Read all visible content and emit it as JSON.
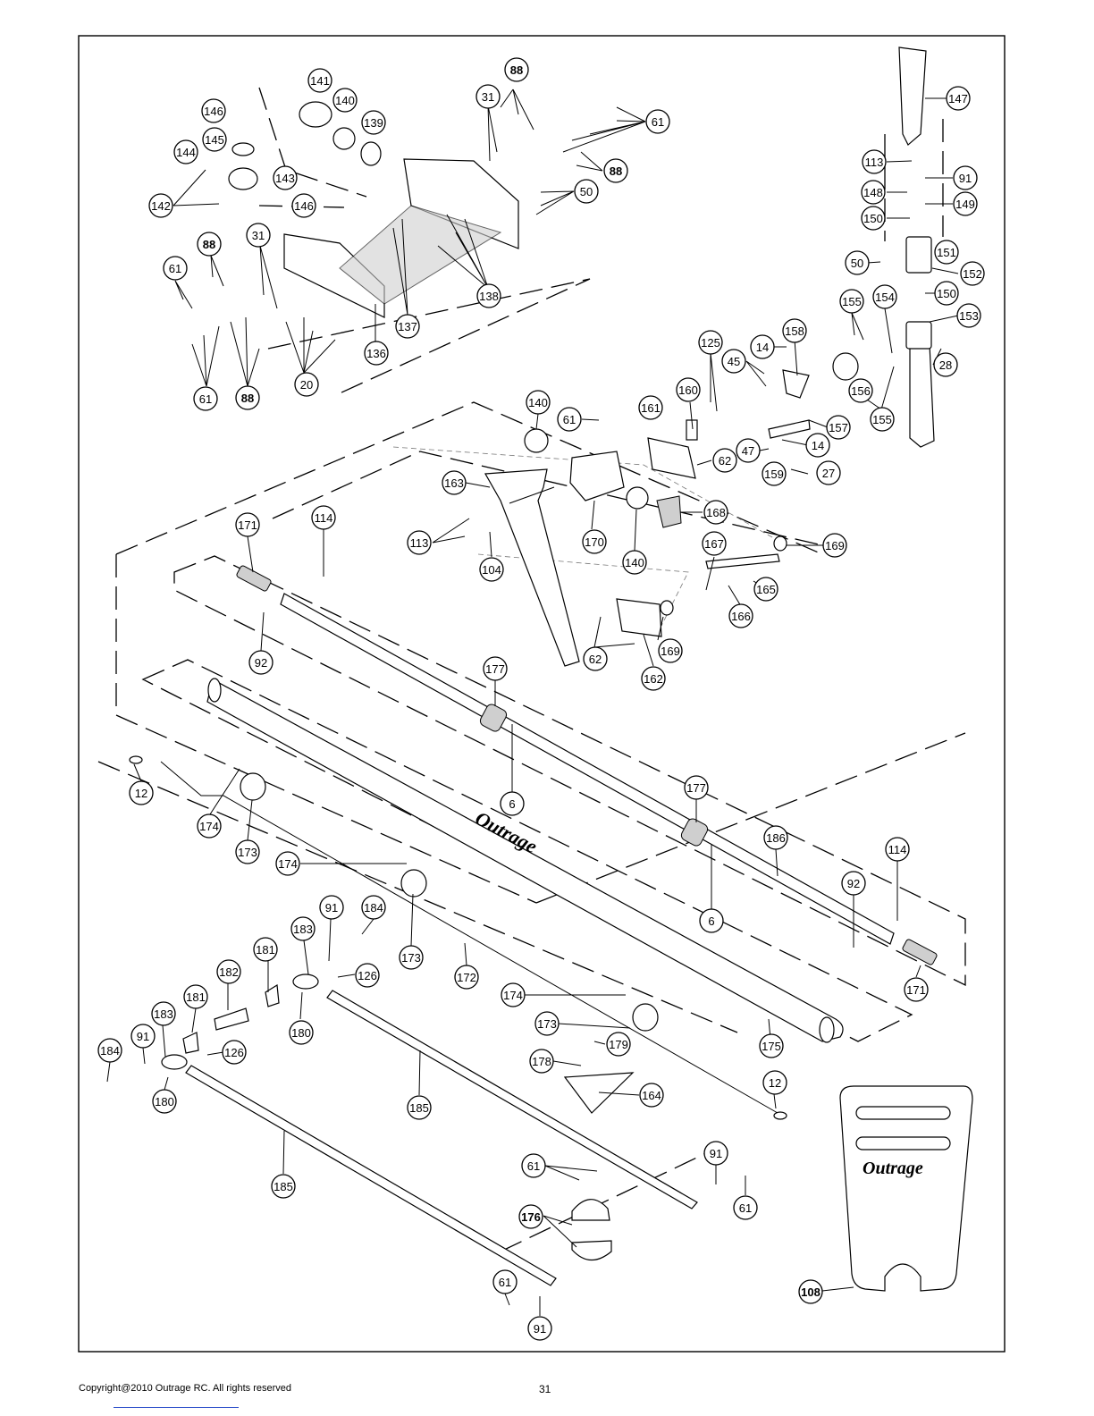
{
  "footer": {
    "copyright": "Copyright@2010 Outrage RC. All rights reserved",
    "page_number": "31"
  },
  "brand_mark": "Outrage",
  "callouts": [
    {
      "label": "88",
      "bold": true
    },
    {
      "label": "141"
    },
    {
      "label": "31"
    },
    {
      "label": "146"
    },
    {
      "label": "140"
    },
    {
      "label": "61"
    },
    {
      "label": "139"
    },
    {
      "label": "145"
    },
    {
      "label": "144"
    },
    {
      "label": "143"
    },
    {
      "label": "88",
      "bold": true
    },
    {
      "label": "142"
    },
    {
      "label": "146"
    },
    {
      "label": "50"
    },
    {
      "label": "88",
      "bold": true
    },
    {
      "label": "31"
    },
    {
      "label": "61"
    },
    {
      "label": "138"
    },
    {
      "label": "137"
    },
    {
      "label": "136"
    },
    {
      "label": "20"
    },
    {
      "label": "61"
    },
    {
      "label": "88",
      "bold": true
    },
    {
      "label": "147"
    },
    {
      "label": "113"
    },
    {
      "label": "91"
    },
    {
      "label": "148"
    },
    {
      "label": "149"
    },
    {
      "label": "150"
    },
    {
      "label": "151"
    },
    {
      "label": "50"
    },
    {
      "label": "152"
    },
    {
      "label": "150"
    },
    {
      "label": "155"
    },
    {
      "label": "154"
    },
    {
      "label": "153"
    },
    {
      "label": "125"
    },
    {
      "label": "14"
    },
    {
      "label": "158"
    },
    {
      "label": "45"
    },
    {
      "label": "28"
    },
    {
      "label": "156"
    },
    {
      "label": "160"
    },
    {
      "label": "155"
    },
    {
      "label": "140"
    },
    {
      "label": "61"
    },
    {
      "label": "161"
    },
    {
      "label": "157"
    },
    {
      "label": "47"
    },
    {
      "label": "14"
    },
    {
      "label": "62"
    },
    {
      "label": "159"
    },
    {
      "label": "27"
    },
    {
      "label": "163"
    },
    {
      "label": "168"
    },
    {
      "label": "171"
    },
    {
      "label": "114"
    },
    {
      "label": "113"
    },
    {
      "label": "170"
    },
    {
      "label": "104"
    },
    {
      "label": "140"
    },
    {
      "label": "167"
    },
    {
      "label": "169"
    },
    {
      "label": "165"
    },
    {
      "label": "166"
    },
    {
      "label": "92"
    },
    {
      "label": "62"
    },
    {
      "label": "169"
    },
    {
      "label": "162"
    },
    {
      "label": "177"
    },
    {
      "label": "12"
    },
    {
      "label": "6"
    },
    {
      "label": "177"
    },
    {
      "label": "174"
    },
    {
      "label": "173"
    },
    {
      "label": "186"
    },
    {
      "label": "114"
    },
    {
      "label": "174"
    },
    {
      "label": "92"
    },
    {
      "label": "6"
    },
    {
      "label": "91"
    },
    {
      "label": "184"
    },
    {
      "label": "183"
    },
    {
      "label": "181"
    },
    {
      "label": "126"
    },
    {
      "label": "173"
    },
    {
      "label": "182"
    },
    {
      "label": "172"
    },
    {
      "label": "171"
    },
    {
      "label": "181"
    },
    {
      "label": "174"
    },
    {
      "label": "183"
    },
    {
      "label": "180"
    },
    {
      "label": "173"
    },
    {
      "label": "179"
    },
    {
      "label": "175"
    },
    {
      "label": "91"
    },
    {
      "label": "184"
    },
    {
      "label": "126"
    },
    {
      "label": "178"
    },
    {
      "label": "164"
    },
    {
      "label": "180"
    },
    {
      "label": "185"
    },
    {
      "label": "12"
    },
    {
      "label": "61"
    },
    {
      "label": "91"
    },
    {
      "label": "185"
    },
    {
      "label": "61"
    },
    {
      "label": "176",
      "bold": true
    },
    {
      "label": "61"
    },
    {
      "label": "108",
      "bold": true
    },
    {
      "label": "91"
    }
  ]
}
